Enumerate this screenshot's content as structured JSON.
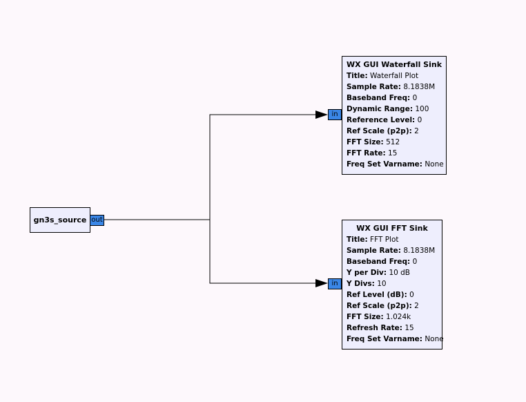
{
  "source": {
    "title": "gn3s_source",
    "out_port": "out"
  },
  "waterfall": {
    "title": "WX GUI Waterfall Sink",
    "in_port": "in",
    "params": [
      {
        "key": "Title:",
        "value": "Waterfall Plot"
      },
      {
        "key": "Sample Rate:",
        "value": "8.1838M"
      },
      {
        "key": "Baseband Freq:",
        "value": "0"
      },
      {
        "key": "Dynamic Range:",
        "value": "100"
      },
      {
        "key": "Reference Level:",
        "value": "0"
      },
      {
        "key": "Ref Scale (p2p):",
        "value": "2"
      },
      {
        "key": "FFT Size:",
        "value": "512"
      },
      {
        "key": "FFT Rate:",
        "value": "15"
      },
      {
        "key": "Freq Set Varname:",
        "value": "None"
      }
    ]
  },
  "fft": {
    "title": "WX GUI FFT Sink",
    "in_port": "in",
    "params": [
      {
        "key": "Title:",
        "value": "FFT Plot"
      },
      {
        "key": "Sample Rate:",
        "value": "8.1838M"
      },
      {
        "key": "Baseband Freq:",
        "value": "0"
      },
      {
        "key": "Y per Div:",
        "value": "10 dB"
      },
      {
        "key": "Y Divs:",
        "value": "10"
      },
      {
        "key": "Ref Level (dB):",
        "value": "0"
      },
      {
        "key": "Ref Scale (p2p):",
        "value": "2"
      },
      {
        "key": "FFT Size:",
        "value": "1.024k"
      },
      {
        "key": "Refresh Rate:",
        "value": "15"
      },
      {
        "key": "Freq Set Varname:",
        "value": "None"
      }
    ]
  },
  "colors": {
    "background": "#fdf8fc",
    "block_fill": "#eeeefd",
    "port_fill": "#3a86e6"
  }
}
